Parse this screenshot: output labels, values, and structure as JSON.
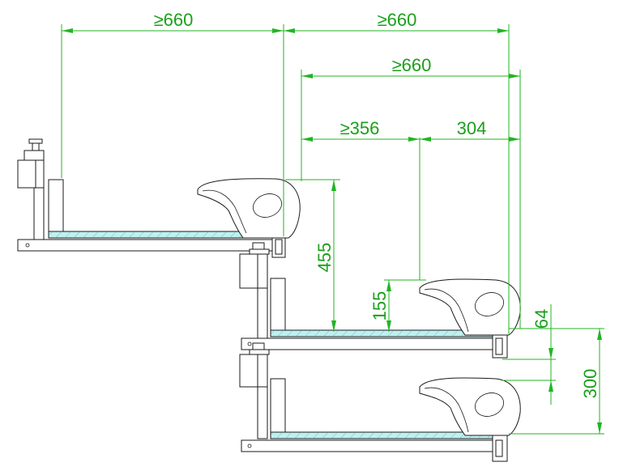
{
  "dimensions": {
    "top_left_span": "≥660",
    "top_right_span": "≥660",
    "mid_span": "≥660",
    "depth_span": "≥356",
    "head_span": "304",
    "vertical_455": "455",
    "vertical_155": "155",
    "vertical_64": "64",
    "vertical_300": "300"
  },
  "colors": {
    "dimension": "#22b522",
    "outline": "#1a1a1a",
    "shelf_fill": "#bff0f0"
  }
}
